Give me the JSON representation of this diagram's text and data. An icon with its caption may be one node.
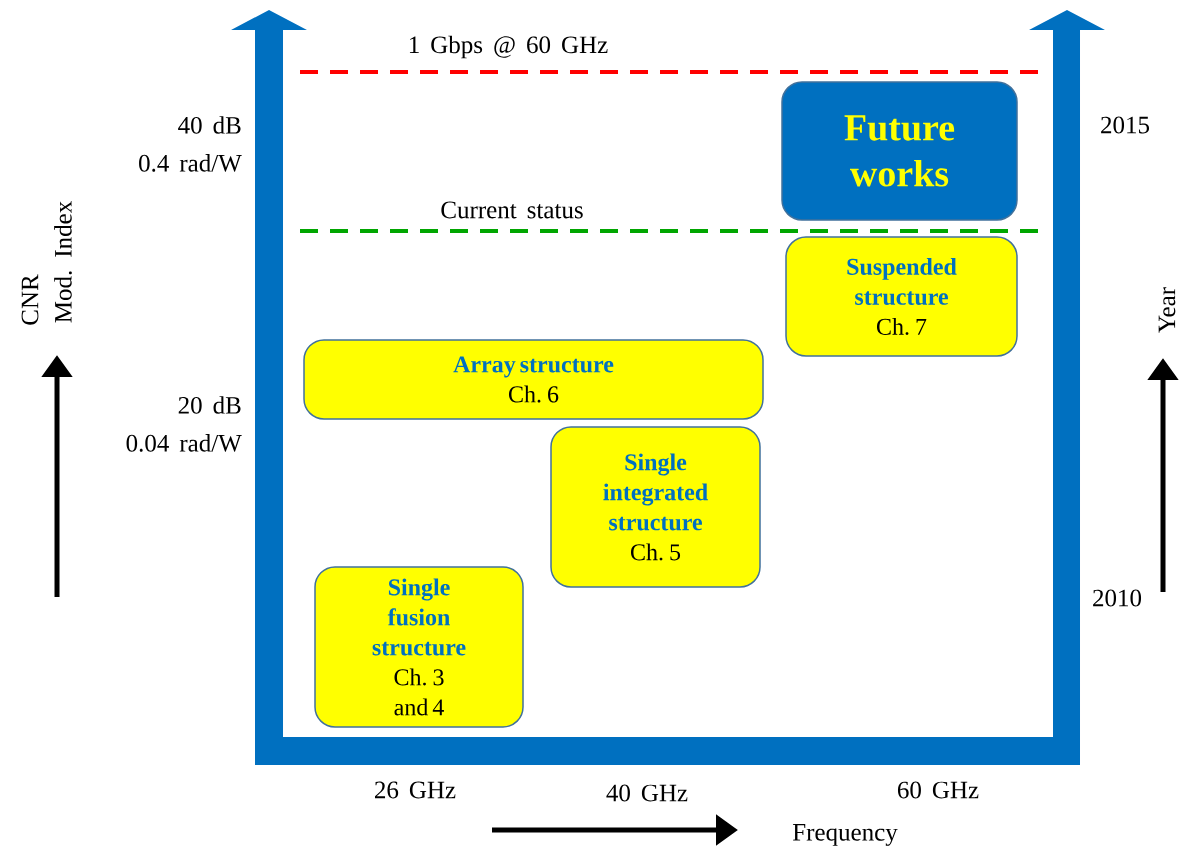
{
  "diagram": {
    "nodes": [
      {
        "text": [
          "Future works"
        ]
      },
      {
        "text": [
          "Suspended structure",
          "Ch. 7"
        ]
      },
      {
        "text": [
          "Array structure",
          "Ch. 6"
        ]
      },
      {
        "text": [
          "Single integrated structure",
          "Ch. 5"
        ]
      },
      {
        "text": [
          "Single fusion structure",
          "Ch. 3 and 4"
        ]
      }
    ],
    "labels": [
      "1 Gbps @ 60 GHz",
      "40 dB",
      "0.4 rad/W",
      "2015",
      "Current status",
      "CNR",
      "Mod. Index",
      "Year",
      "20 dB",
      "0.04 rad/W",
      "2010",
      "26 GHz",
      "40 GHz",
      "60 GHz",
      "Frequency"
    ]
  }
}
